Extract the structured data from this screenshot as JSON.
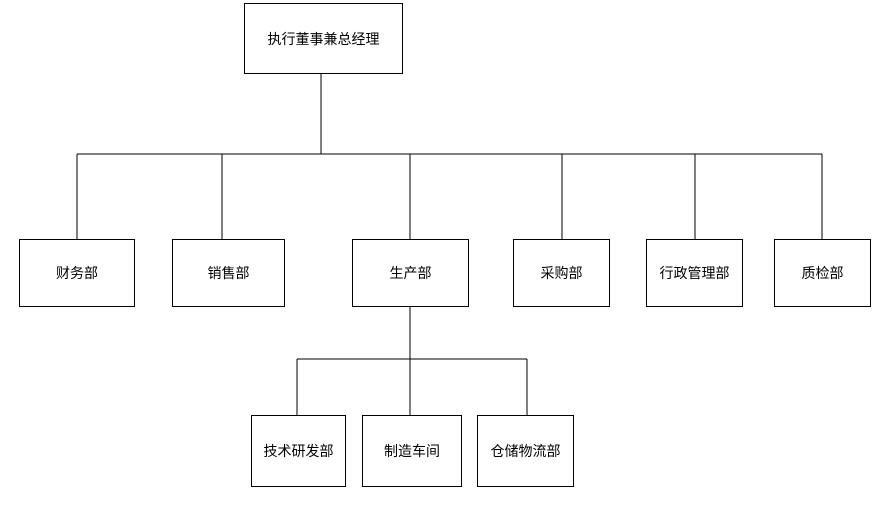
{
  "org_chart": {
    "root": {
      "label": "执行董事兼总经理"
    },
    "departments": [
      {
        "id": "finance",
        "label": "财务部"
      },
      {
        "id": "sales",
        "label": "销售部"
      },
      {
        "id": "production",
        "label": "生产部"
      },
      {
        "id": "purchasing",
        "label": "采购部"
      },
      {
        "id": "administration",
        "label": "行政管理部"
      },
      {
        "id": "quality",
        "label": "质检部"
      }
    ],
    "production_units": [
      {
        "id": "rnd",
        "label": "技术研发部"
      },
      {
        "id": "manufacturing",
        "label": "制造车间"
      },
      {
        "id": "logistics",
        "label": "仓储物流部"
      }
    ]
  },
  "colors": {
    "line": "#000000",
    "box_border": "#000000",
    "background": "#ffffff",
    "text": "#000000"
  }
}
